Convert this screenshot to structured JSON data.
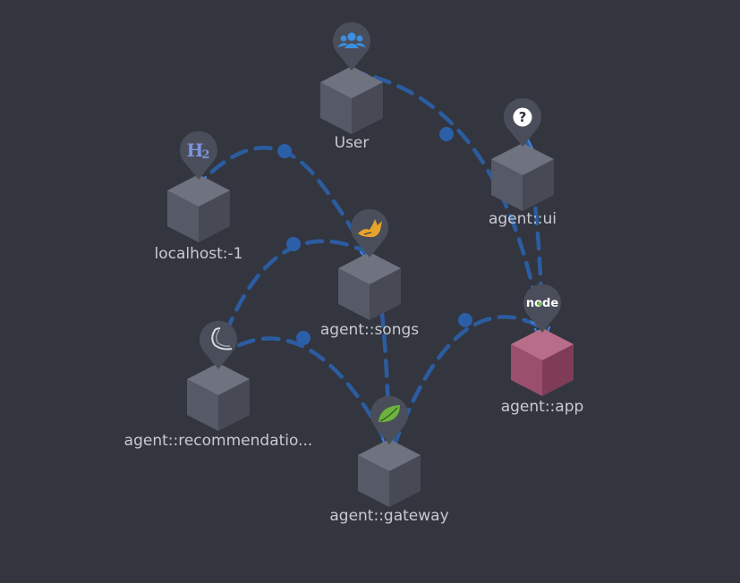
{
  "nodes": [
    {
      "id": "user",
      "label": "User",
      "icon": "users-icon",
      "highlight": false
    },
    {
      "id": "ui",
      "label": "agent::ui",
      "icon": "question-icon",
      "highlight": false
    },
    {
      "id": "h2",
      "label": "localhost:-1",
      "icon": "h2-icon",
      "highlight": false
    },
    {
      "id": "songs",
      "label": "agent::songs",
      "icon": "tomcat-icon",
      "highlight": false
    },
    {
      "id": "app",
      "label": "agent::app",
      "icon": "nodejs-icon",
      "highlight": true
    },
    {
      "id": "rec",
      "label": "agent::recommendatio...",
      "icon": "python-icon",
      "highlight": false
    },
    {
      "id": "gateway",
      "label": "agent::gateway",
      "icon": "spring-icon",
      "highlight": false
    }
  ],
  "edges": [
    {
      "from": "user",
      "to": "app"
    },
    {
      "from": "ui",
      "to": "app"
    },
    {
      "from": "songs",
      "to": "h2"
    },
    {
      "from": "rec",
      "to": "songs"
    },
    {
      "from": "songs",
      "to": "gateway"
    },
    {
      "from": "rec",
      "to": "gateway"
    },
    {
      "from": "gateway",
      "to": "app"
    }
  ],
  "icon_text": {
    "h2": "H",
    "h2_sub": "2",
    "question": "?",
    "node": "node"
  },
  "colors": {
    "background": "#33363f",
    "edge": "#2b5fa8",
    "cube": "#565a66",
    "cube_highlight": "#9a4f6c",
    "label": "#c8cad0"
  }
}
